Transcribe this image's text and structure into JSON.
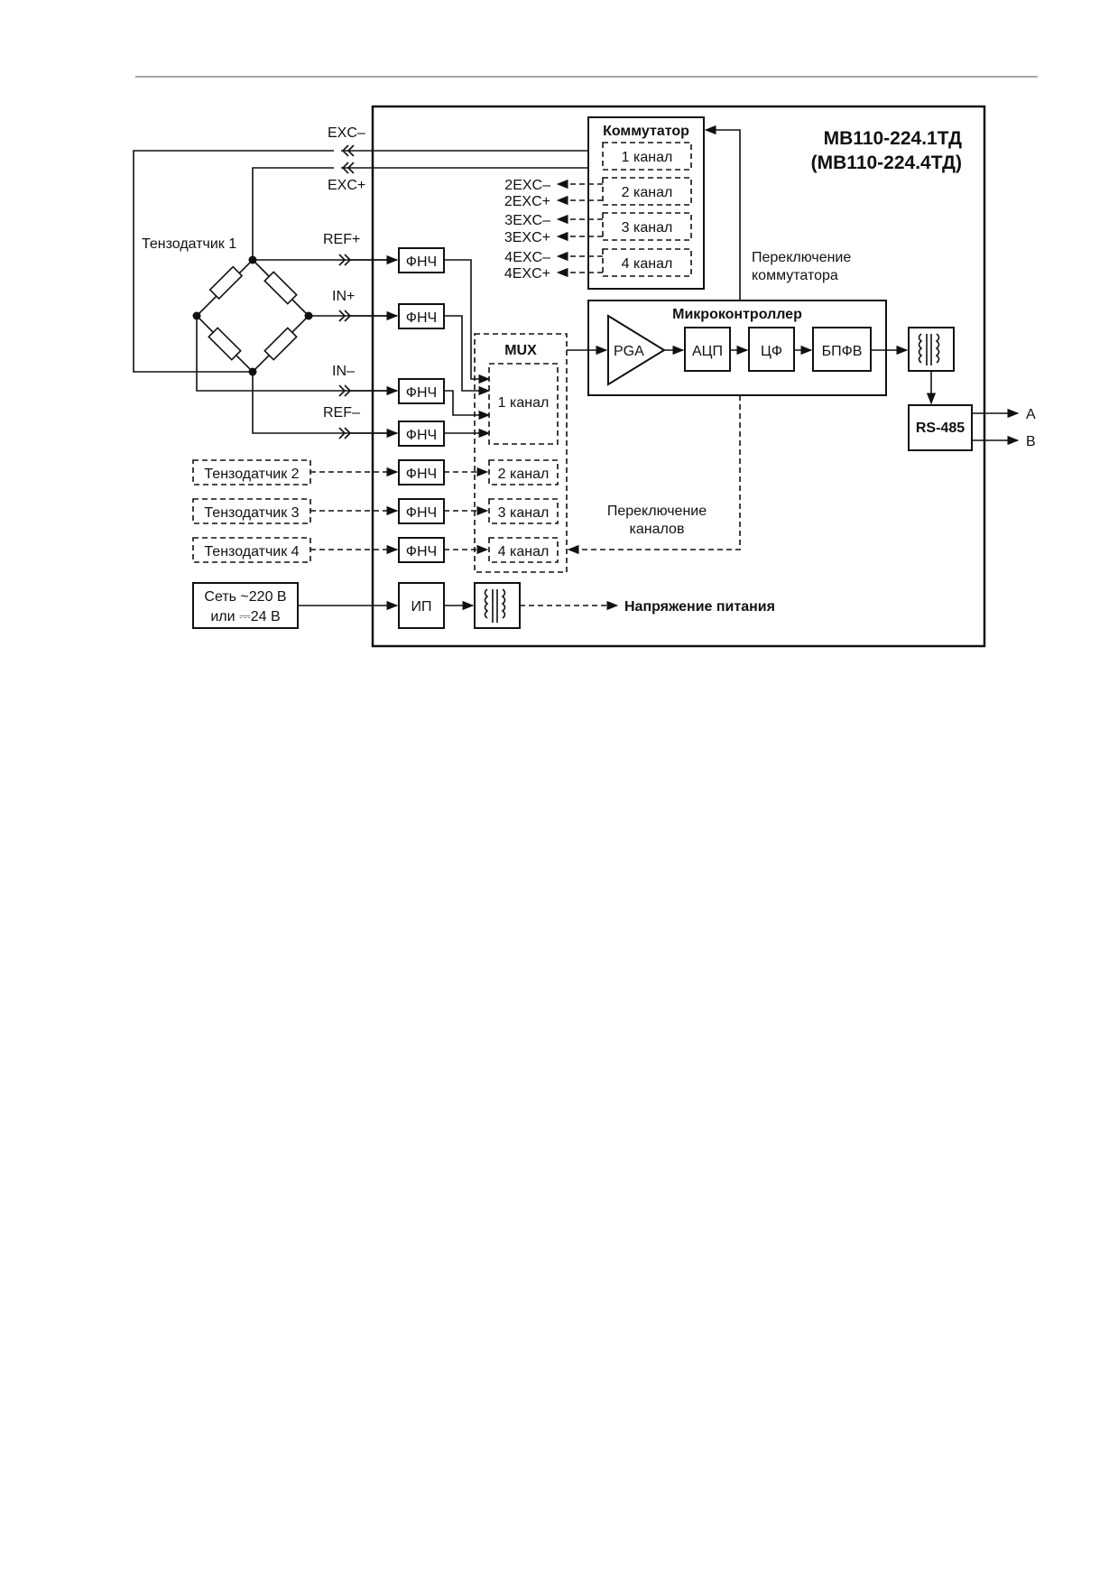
{
  "device_title": [
    "МВ110-224.1ТД",
    "(МВ110-224.4ТД)"
  ],
  "sensors": [
    "Тензодатчик 1",
    "Тензодатчик 2",
    "Тензодатчик 3",
    "Тензодатчик 4"
  ],
  "signals": {
    "exc_minus": "EXC–",
    "exc_plus": "EXC+",
    "ref_plus": "REF+",
    "in_plus": "IN+",
    "in_minus": "IN–",
    "ref_minus": "REF–"
  },
  "commutator": {
    "title": "Коммутатор",
    "channels": [
      "1 канал",
      "2 канал",
      "3 канал",
      "4 канал"
    ],
    "exc_outputs": [
      "2EXC–",
      "2EXC+",
      "3EXC–",
      "3EXC+",
      "4EXC–",
      "4EXC+"
    ],
    "switch_label": [
      "Переключение",
      "коммутатора"
    ]
  },
  "filter_label": "ФНЧ",
  "mux": {
    "title": "MUX",
    "channels": [
      "1 канал",
      "2 канал",
      "3 канал",
      "4 канал"
    ],
    "switch_label": [
      "Переключение",
      "каналов"
    ]
  },
  "microcontroller": {
    "title": "Микроконтроллер",
    "blocks": [
      "PGA",
      "АЦП",
      "ЦФ",
      "БПФВ"
    ]
  },
  "interface": {
    "label": "RS-485",
    "lines": [
      "A",
      "B"
    ]
  },
  "power": {
    "source": [
      "Сеть ~220 В",
      "или ⎓24 В"
    ],
    "supply_block": "ИП",
    "output_label": "Напряжение питания"
  }
}
